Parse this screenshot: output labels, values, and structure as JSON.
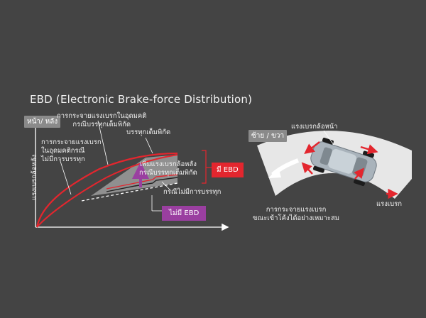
{
  "title": "EBD (Electronic Brake-force Distribution)",
  "chart": {
    "y_axis_top_label": "หน้า/ หลัง",
    "y_axis_label": "แรงเบรกล้อหลัง",
    "annotation_ideal_full": "การกระจายแรงเบรกในอุดมคติ\nกรณีบรรทุกเต็มพิกัด",
    "annotation_ideal_empty": "การกระจายแรงเบรก\nในอุดมคติกรณี\nไม่มีการบรรทุก",
    "label_full_load": "บรรทุกเต็มพิกัด",
    "label_increase": "เพิ่มแรงเบรกล้อหลัง\nกรณีบรรทุกเต็มพิกัด",
    "label_no_load": "กรณีไม่มีการบรรทุก",
    "badge_with_ebd": "มี EBD",
    "badge_without_ebd": "ไม่มี EBD"
  },
  "car": {
    "left_right_label": "ซ้าย / ขวา",
    "front_brake_label": "แรงเบรกล้อหน้า",
    "brake_force_label": "แรงเบรก",
    "caption": "การกระจายแรงเบรก\nขณะเข้าโค้งได้อย่างเหมาะสม"
  },
  "colors": {
    "background": "#444444",
    "red": "#e3262e",
    "purple": "#9a3fa0",
    "road": "#e7e7e7",
    "gray_box": "#8a8a8a"
  }
}
